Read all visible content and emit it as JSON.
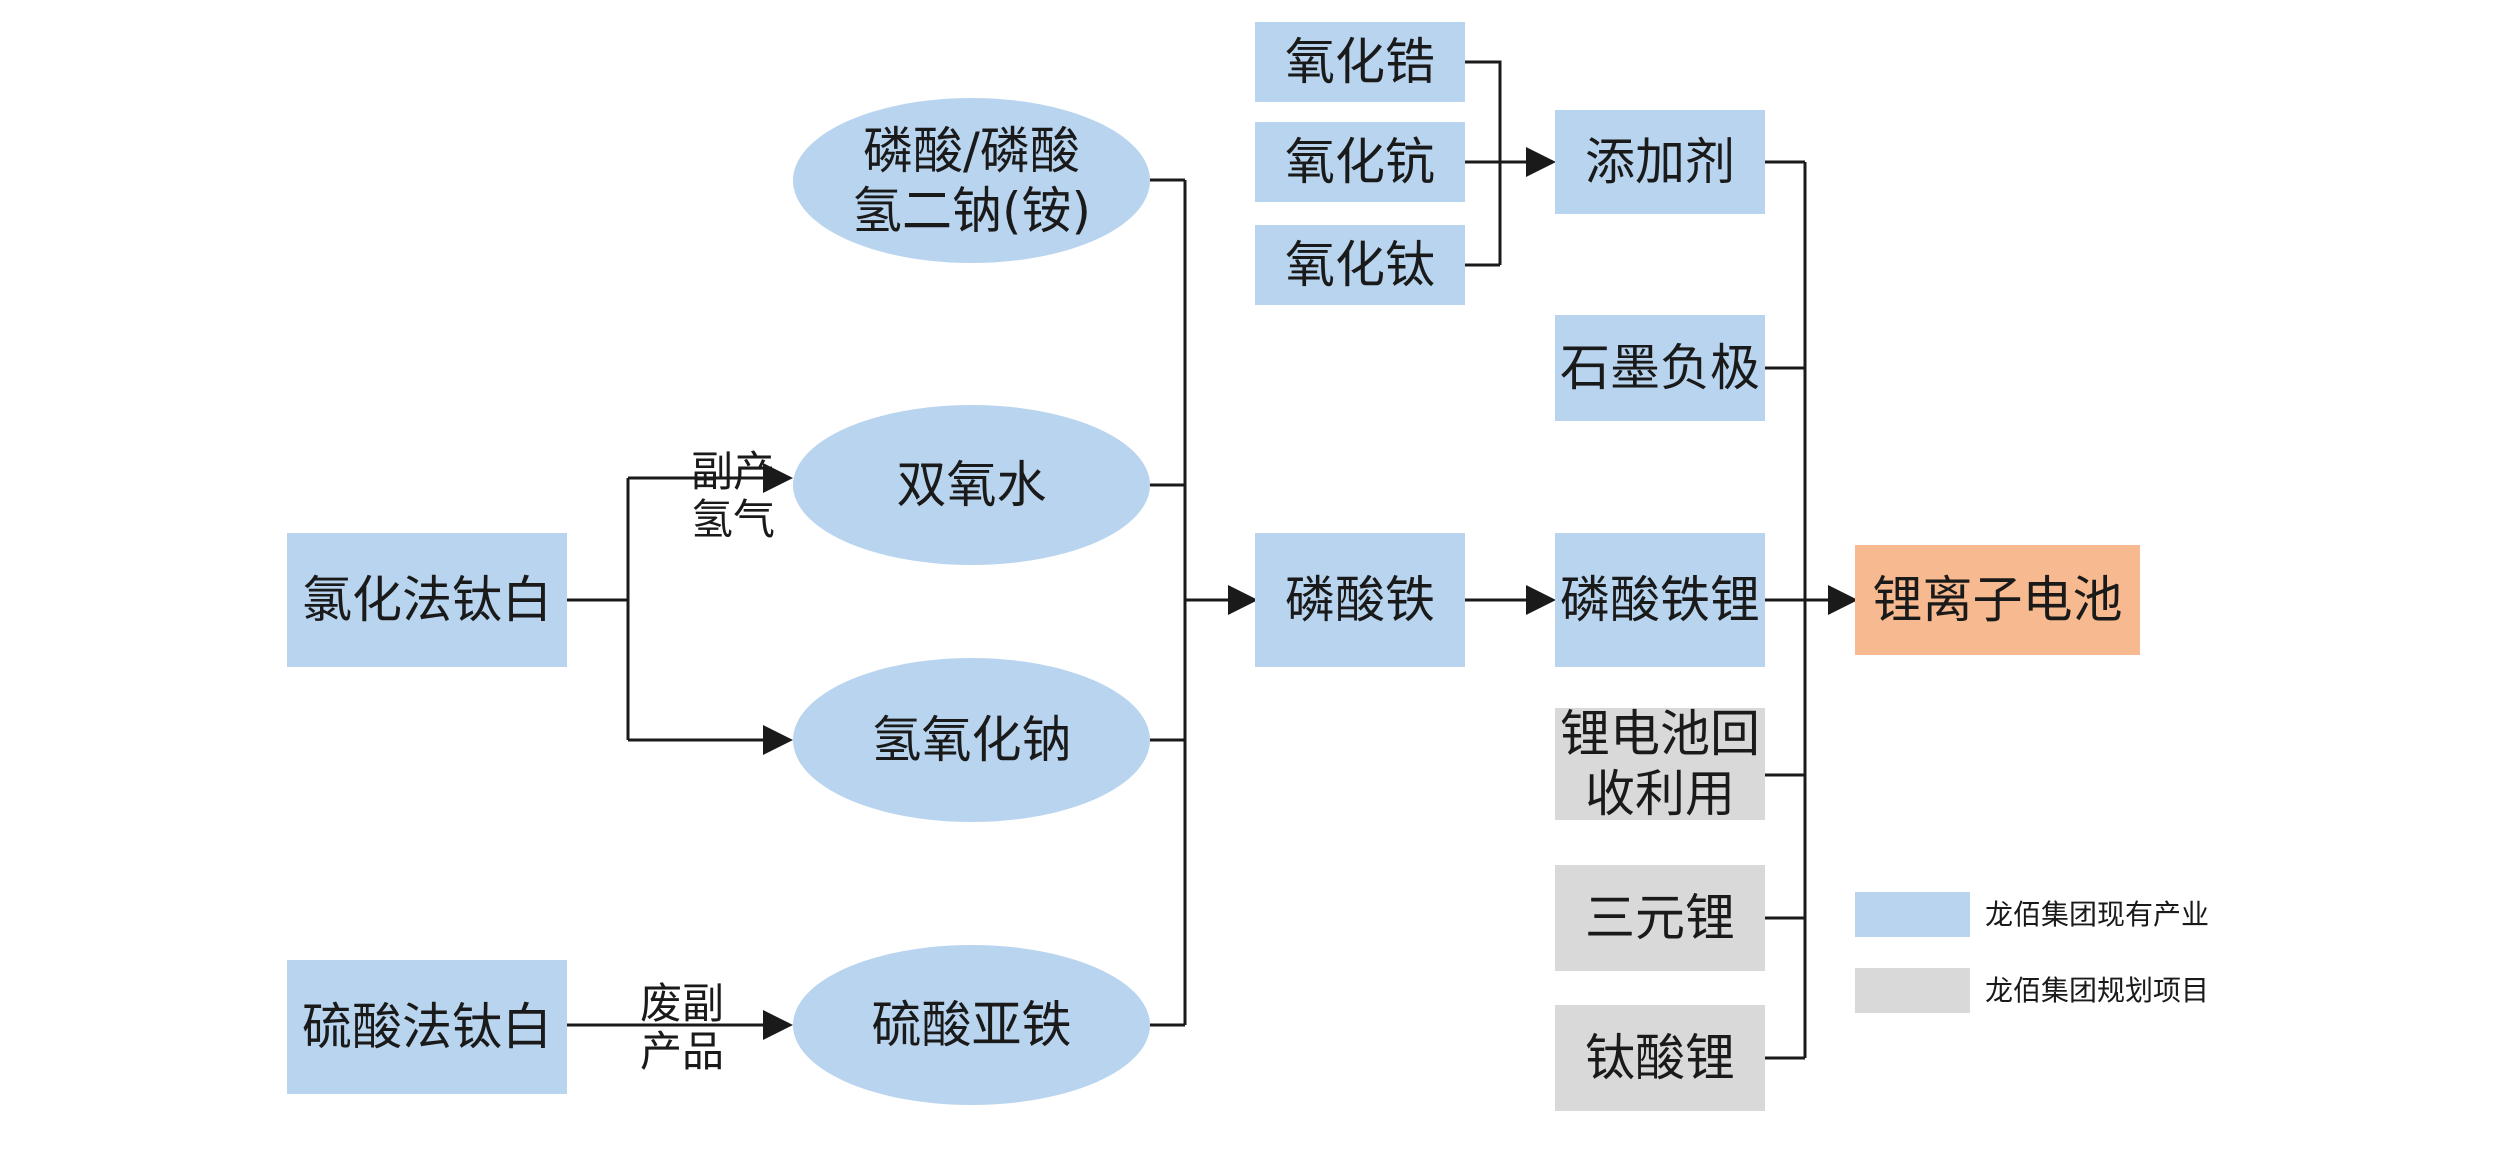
{
  "colors": {
    "existing": "#b8d4ee",
    "planned": "#d9d9d9",
    "product": "#f7b98f",
    "line": "#1a1a1a"
  },
  "nodes": {
    "chlorination_tio2": "氯化法钛白",
    "sulfuric_tio2": "硫酸法钛白",
    "sodium_phosphate": "磷酸/磷酸\n氢二钠(铵)",
    "hydrogen_peroxide": "双氧水",
    "sodium_hydroxide": "氢氧化钠",
    "ferrous_sulfate": "硫酸亚铁",
    "zirconia": "氧化锆",
    "vanadium_oxide": "氧化钪",
    "titanium_oxide": "氧化钛",
    "iron_phosphate": "磷酸铁",
    "additive": "添加剂",
    "graphite_anode": "石墨负极",
    "lfp": "磷酸铁锂",
    "battery_recycling": "锂电池回\n收利用",
    "ternary_lithium": "三元锂",
    "lithium_titanate": "钛酸锂",
    "li_ion_battery": "锂离子电池"
  },
  "edge_labels": {
    "byproduct_hydrogen": "副产\n氢气",
    "waste_byproduct": "废副\n产品"
  },
  "legend": {
    "existing": "龙佰集团现有产业",
    "planned": "龙佰集团规划项目"
  }
}
